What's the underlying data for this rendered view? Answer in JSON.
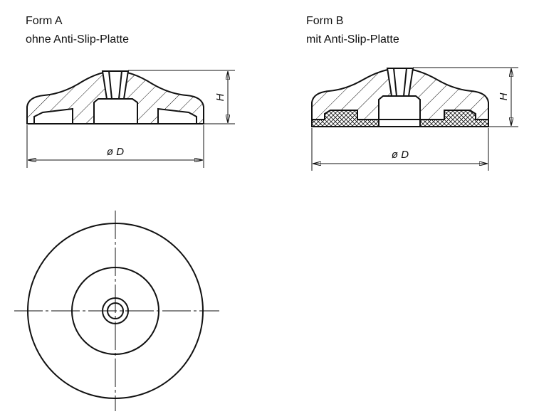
{
  "form_a": {
    "title": "Form A",
    "subtitle": "ohne Anti-Slip-Platte",
    "dim_height": "H",
    "dim_diameter": "ø D"
  },
  "form_b": {
    "title": "Form B",
    "subtitle": "mit Anti-Slip-Platte",
    "dim_height": "H",
    "dim_diameter": "ø D"
  }
}
